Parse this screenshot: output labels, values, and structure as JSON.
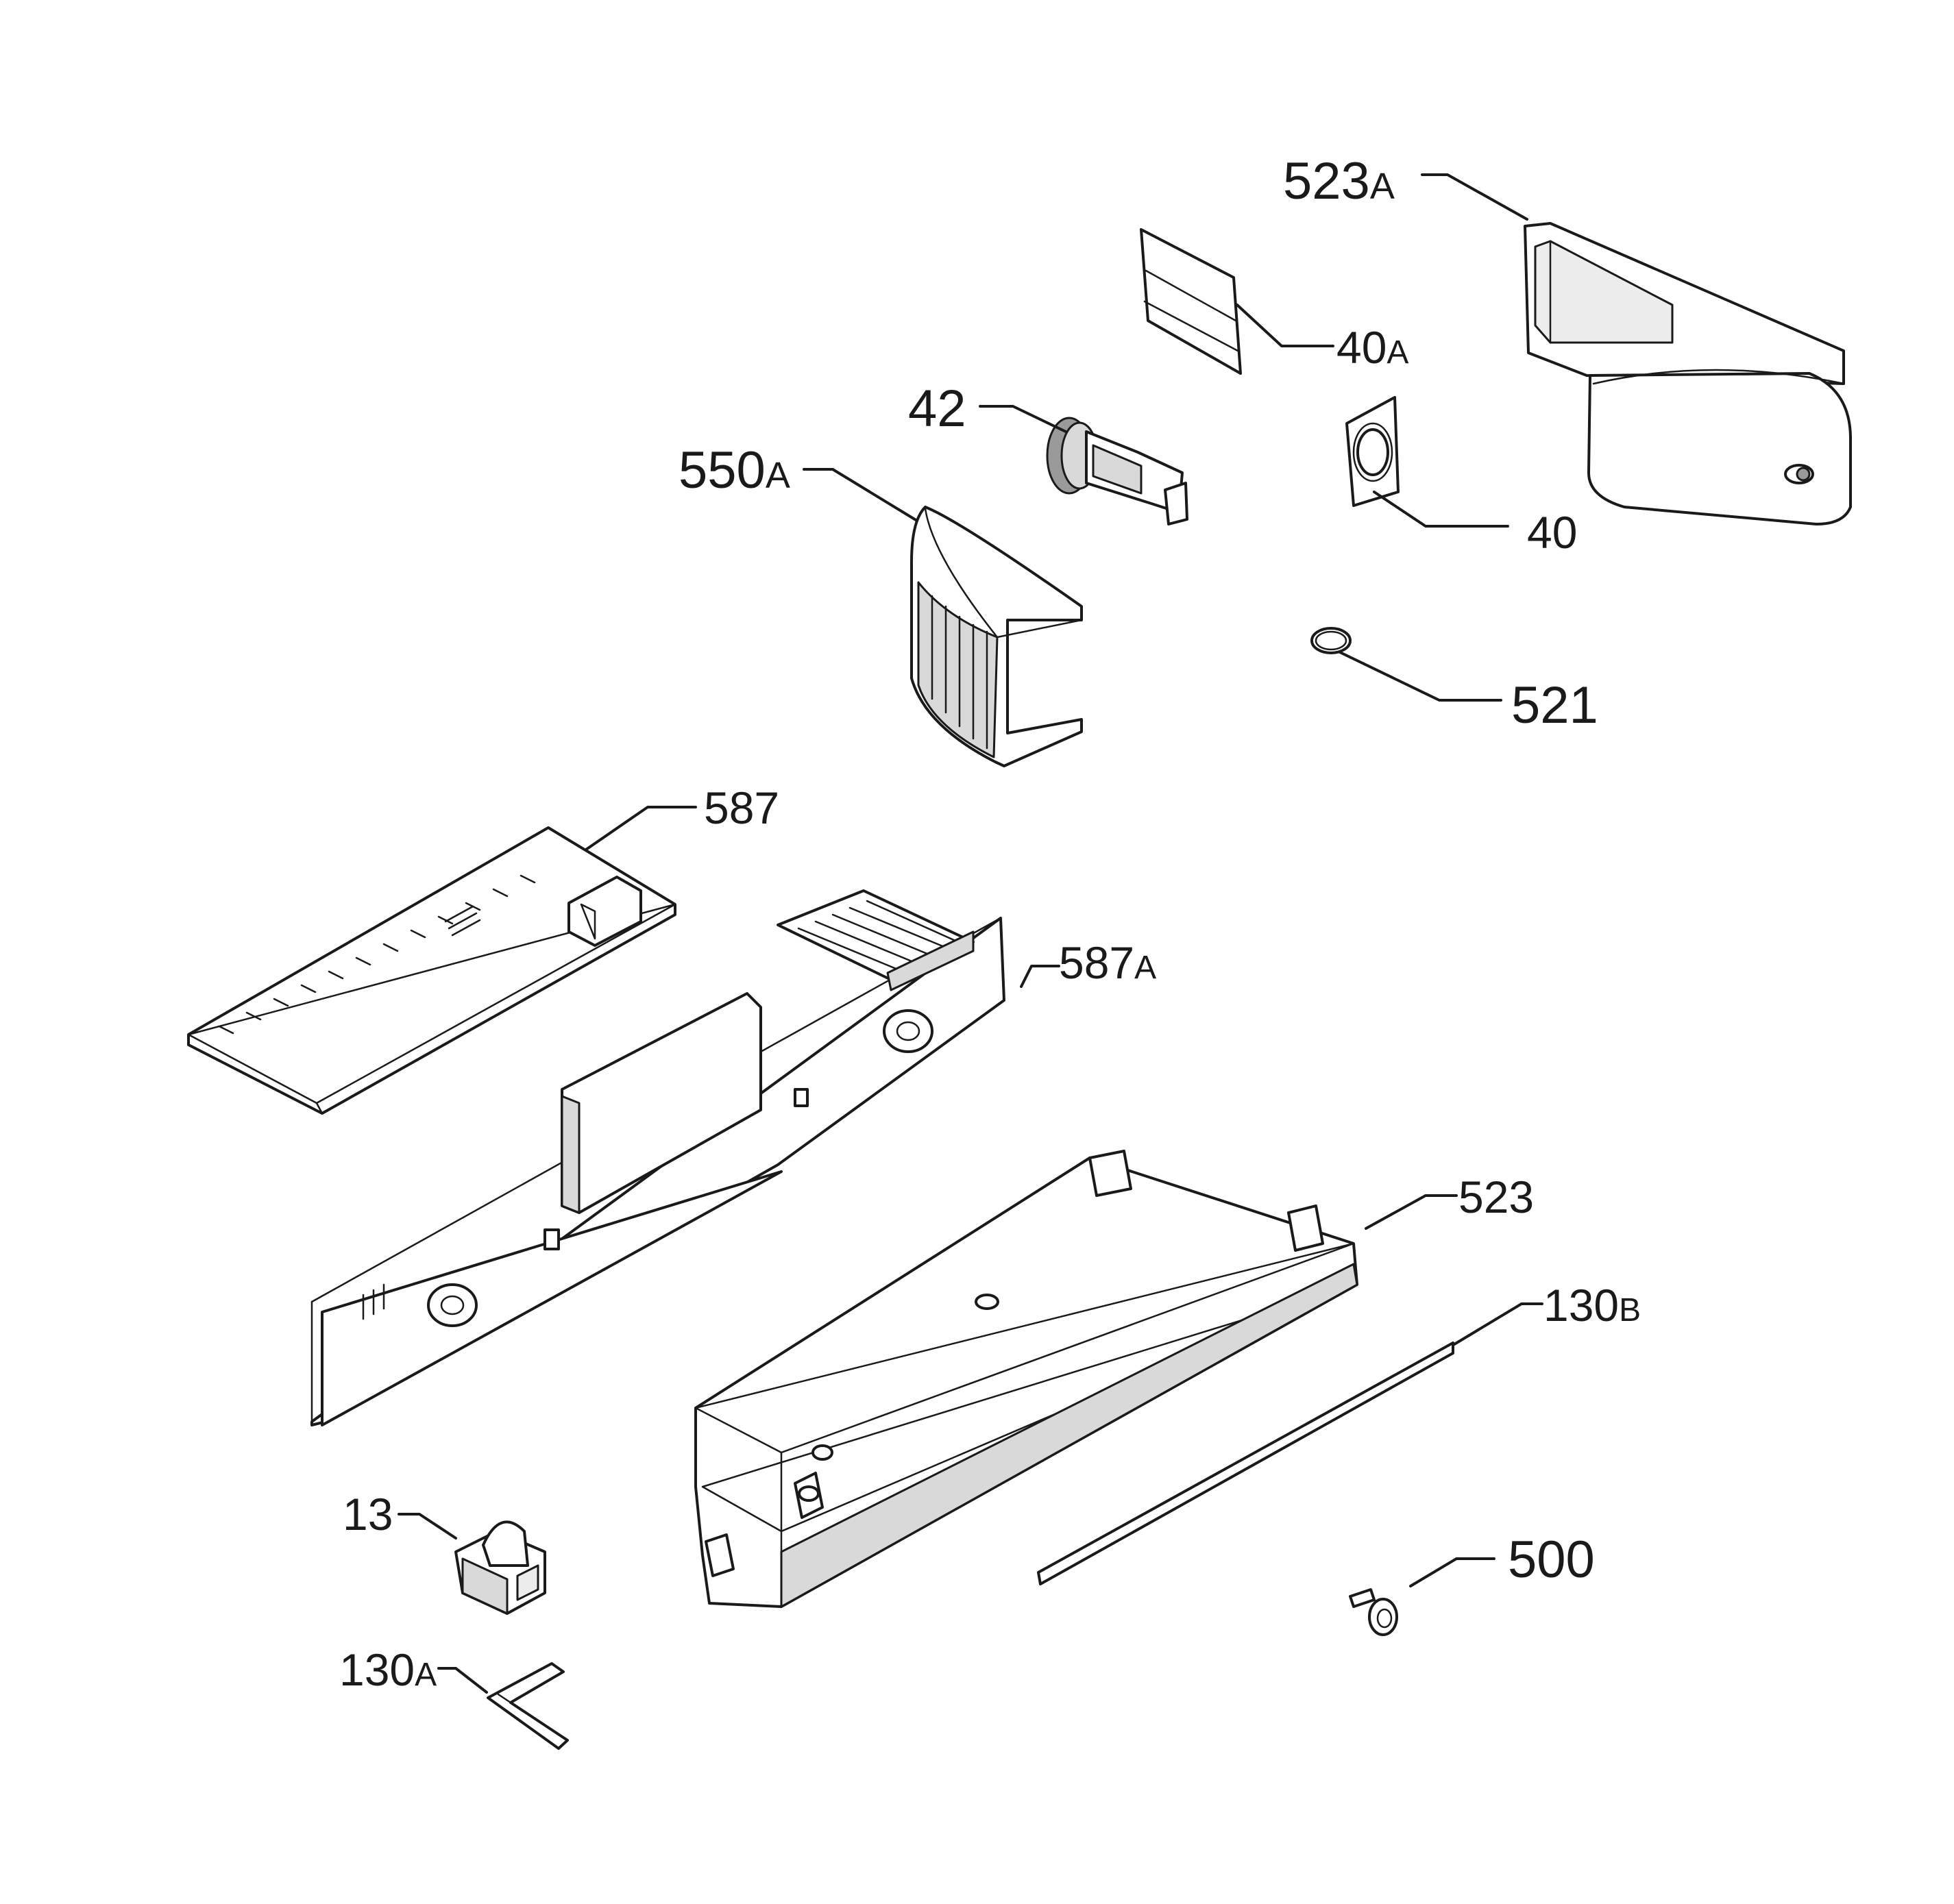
{
  "labels": [
    {
      "id": "523A",
      "num": "523",
      "suffix": "A"
    },
    {
      "id": "40A",
      "num": "40",
      "suffix": "A"
    },
    {
      "id": "42",
      "num": "42",
      "suffix": ""
    },
    {
      "id": "550A",
      "num": "550",
      "suffix": "A"
    },
    {
      "id": "40",
      "num": "40",
      "suffix": ""
    },
    {
      "id": "521",
      "num": "521",
      "suffix": ""
    },
    {
      "id": "587",
      "num": "587",
      "suffix": ""
    },
    {
      "id": "587A",
      "num": "587",
      "suffix": "A"
    },
    {
      "id": "523",
      "num": "523",
      "suffix": ""
    },
    {
      "id": "130B",
      "num": "130",
      "suffix": "B"
    },
    {
      "id": "13",
      "num": "13",
      "suffix": ""
    },
    {
      "id": "500",
      "num": "500",
      "suffix": ""
    },
    {
      "id": "130A",
      "num": "130",
      "suffix": "A"
    }
  ]
}
